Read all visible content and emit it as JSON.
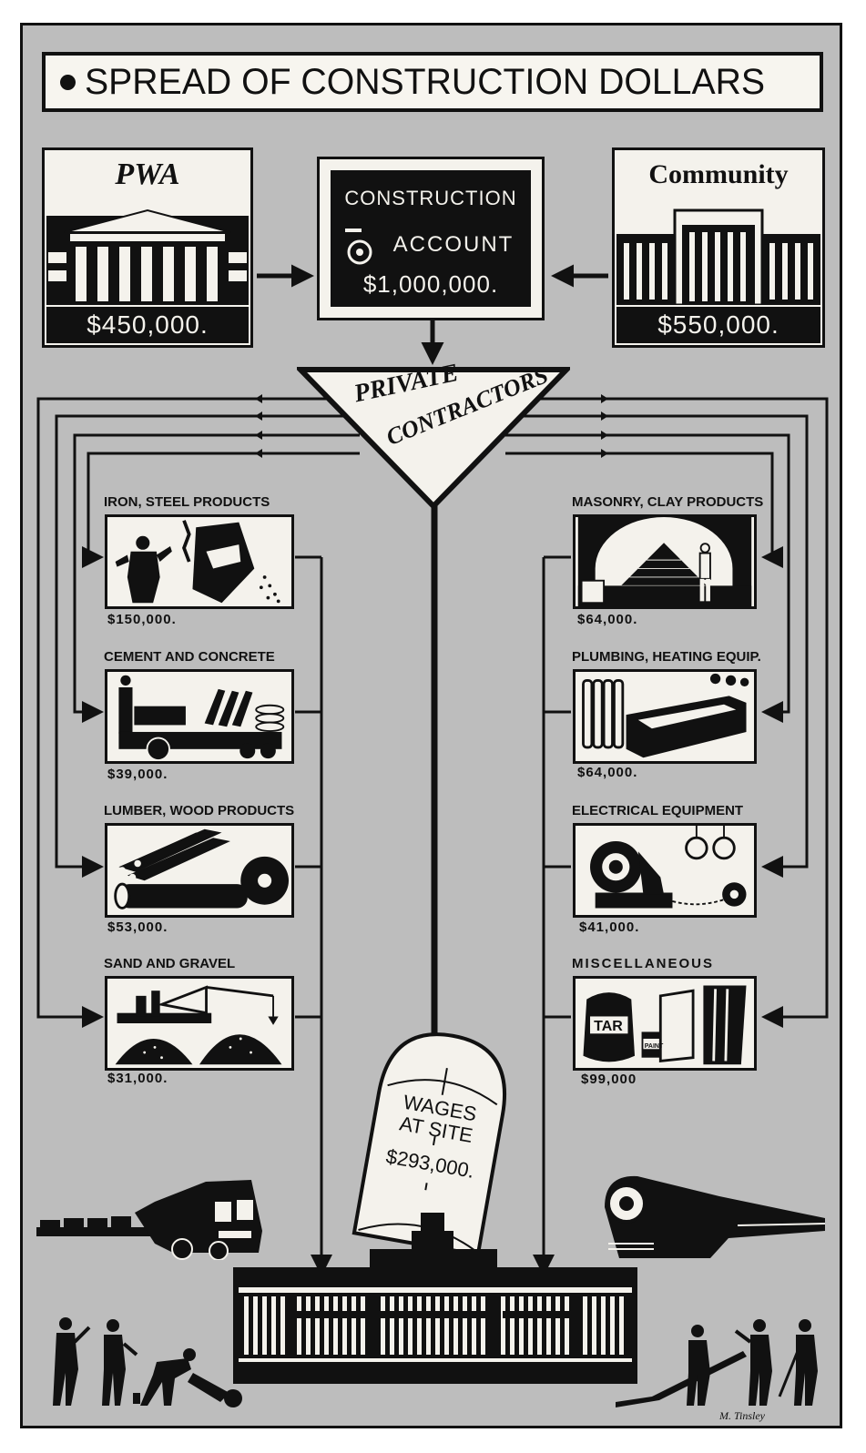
{
  "title": "SPREAD OF CONSTRUCTION DOLLARS",
  "sources": [
    {
      "name": "PWA",
      "amount": "$450,000."
    },
    {
      "name": "Community",
      "amount": "$550,000."
    }
  ],
  "account": {
    "line1": "CONSTRUCTION",
    "line2": "ACCOUNT",
    "amount": "$1,000,000."
  },
  "contractors": {
    "line1": "PRIVATE",
    "line2": "CONTRACTORS"
  },
  "left_categories": [
    {
      "label": "IRON, STEEL PRODUCTS",
      "amount": "$150,000.",
      "icon": "steelworker-ladle-icon"
    },
    {
      "label": "CEMENT AND CONCRETE",
      "amount": "$39,000.",
      "icon": "cement-truck-icon"
    },
    {
      "label": "LUMBER, WOOD PRODUCTS",
      "amount": "$53,000.",
      "icon": "lumber-saw-icon"
    },
    {
      "label": "SAND AND GRAVEL",
      "amount": "$31,000.",
      "icon": "gravel-crane-icon"
    }
  ],
  "right_categories": [
    {
      "label": "MASONRY, CLAY PRODUCTS",
      "amount": "$64,000.",
      "icon": "kiln-bricks-icon"
    },
    {
      "label": "PLUMBING, HEATING EQUIP.",
      "amount": "$64,000.",
      "icon": "bathtub-radiator-icon"
    },
    {
      "label": "ELECTRICAL EQUIPMENT",
      "amount": "$41,000.",
      "icon": "generator-bulbs-icon"
    },
    {
      "label": "MISCELLANEOUS",
      "amount": "$99,000",
      "icon": "tar-barrel-paint-icon"
    }
  ],
  "wages": {
    "line1": "WAGES",
    "line2": "AT SITE",
    "amount": "$293,000."
  },
  "misc_text": {
    "tar": "TAR",
    "paint": "PAINT"
  },
  "signature": "M. Tinsley"
}
